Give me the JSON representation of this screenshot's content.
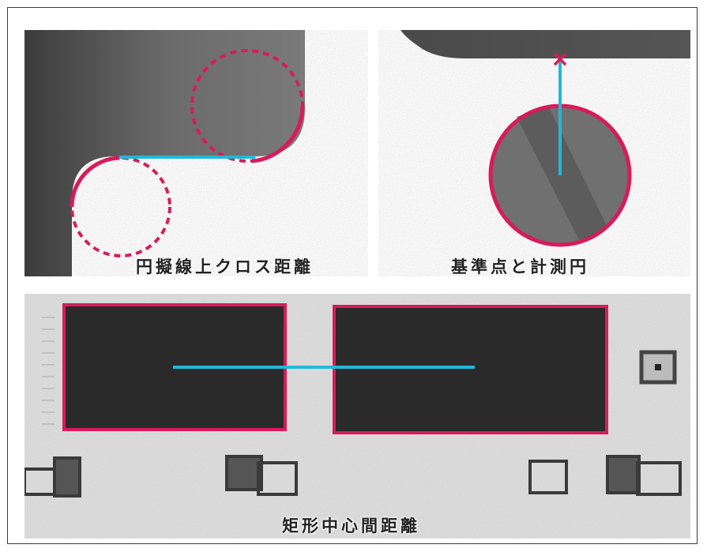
{
  "captions": {
    "circle_cross_distance": "円擬線上クロス距離",
    "reference_point_circle": "基準点と計測円",
    "rect_center_distance": "矩形中心間距離"
  },
  "colors": {
    "circle_outline": "#d81b5a",
    "measure_line": "#22b8d8",
    "dark_part": "#2a2a2a",
    "textured_bg": "#d8d8d8"
  },
  "icons": {
    "reference_mark": "x-mark-icon"
  }
}
